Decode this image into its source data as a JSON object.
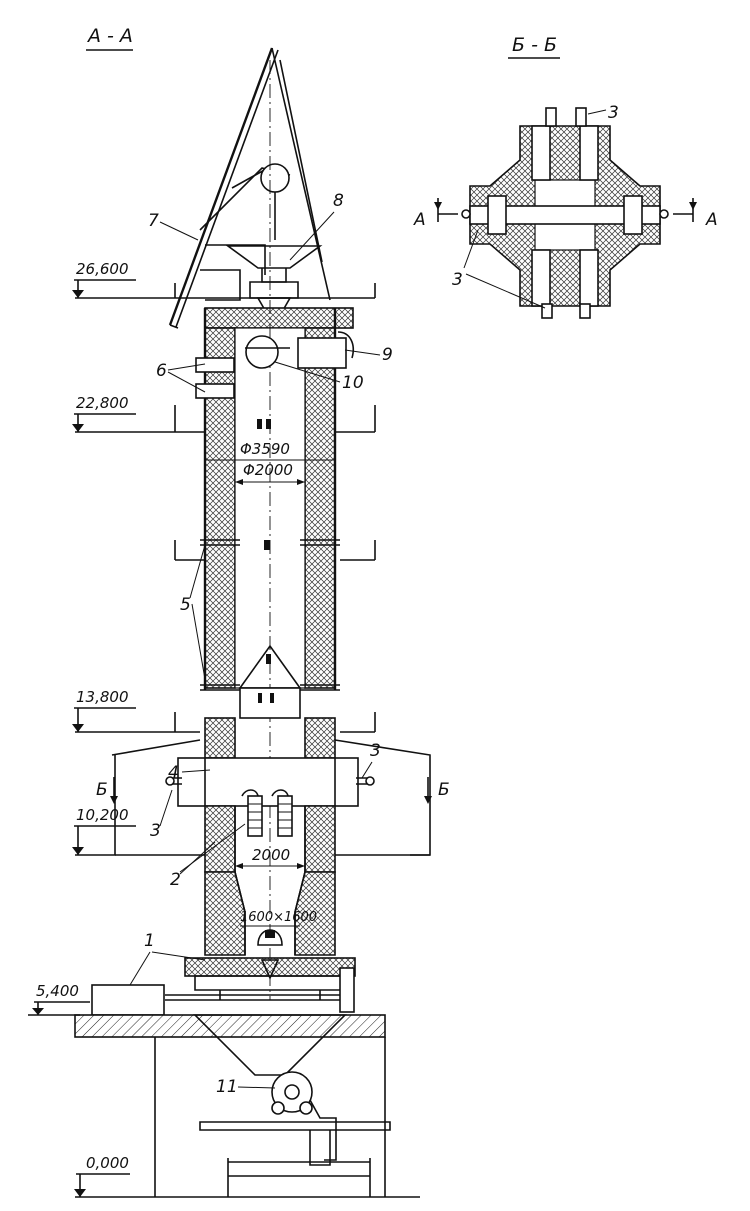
{
  "section_labels": {
    "section_aa": "A - A",
    "section_bb": "Б - Б",
    "cut_a_left": "A",
    "cut_a_right": "A",
    "cut_b_left": "Б",
    "cut_b_right": "Б"
  },
  "elevations": [
    "26,600",
    "22,800",
    "13,800",
    "10,200",
    "5,400",
    "0,000"
  ],
  "dimensions": {
    "outer_diameter": "Φ3590",
    "inner_diameter": "Φ2000",
    "lower_width": "2000",
    "bottom_section": "1600×1600"
  },
  "callouts": {
    "c1": "1",
    "c2": "2",
    "c3_left": "3",
    "c3_right": "3",
    "c3_bb_top": "3",
    "c3_bb_left": "3",
    "c4": "4",
    "c5": "5",
    "c6": "6",
    "c7": "7",
    "c8": "8",
    "c9": "9",
    "c10": "10",
    "c11": "11"
  }
}
